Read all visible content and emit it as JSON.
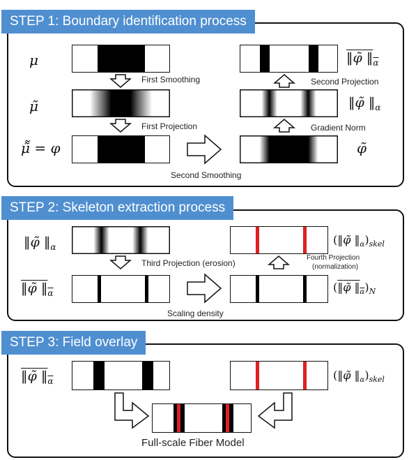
{
  "step1": {
    "title": "STEP 1: Boundary identification process",
    "labels": {
      "first_smoothing": "First Smoothing",
      "first_projection": "First Projection",
      "second_smoothing": "Second Smoothing",
      "second_projection": "Second Projection",
      "gradient_norm": "Gradient Norm"
    }
  },
  "step2": {
    "title": "STEP 2: Skeleton extraction process",
    "labels": {
      "third_projection": "Third Projection (erosion)",
      "fourth_projection_line1": "Fourth Projection",
      "fourth_projection_line2": "(normalization)",
      "scaling_density": "Scaling density"
    }
  },
  "step3": {
    "title": "STEP 3: Field overlay",
    "labels": {
      "final_model": "Full-scale Fiber Model"
    }
  },
  "colors": {
    "tab": "#4f8fd0",
    "skeleton": "#e02020",
    "ink": "#111111"
  }
}
